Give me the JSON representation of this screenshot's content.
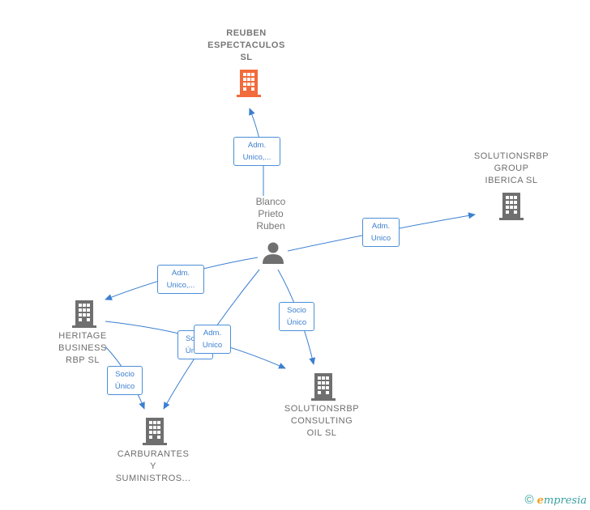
{
  "nodes": {
    "reuben": {
      "lines": [
        "REUBEN",
        "ESPECTACULOS",
        "SL"
      ],
      "color": "#f26b3a"
    },
    "iberica": {
      "lines": [
        "SOLUTIONSRBP",
        "GROUP",
        "IBERICA  SL"
      ],
      "color": "#6f6f6f"
    },
    "person": {
      "lines": [
        "Blanco",
        "Prieto",
        "Ruben"
      ],
      "color": "#6f6f6f"
    },
    "heritage": {
      "lines": [
        "HERITAGE",
        "BUSINESS",
        "RBP  SL"
      ],
      "color": "#6f6f6f"
    },
    "consulting": {
      "lines": [
        "SOLUTIONSRBP",
        "CONSULTING",
        "OIL  SL"
      ],
      "color": "#6f6f6f"
    },
    "carburantes": {
      "lines": [
        "CARBURANTES",
        "Y",
        "SUMINISTROS..."
      ],
      "color": "#6f6f6f"
    }
  },
  "edges": {
    "adm_reuben": {
      "lines": [
        "Adm.",
        "Unico,..."
      ]
    },
    "adm_iberica": {
      "lines": [
        "Adm.",
        "Unico"
      ]
    },
    "adm_heritage": {
      "lines": [
        "Adm.",
        "Unico,..."
      ]
    },
    "socio_consulting": {
      "lines": [
        "Socio",
        "Único"
      ]
    },
    "socio_heritage_consulting": {
      "lines": [
        "Socio",
        "Único"
      ]
    },
    "adm_carburantes": {
      "lines": [
        "Adm.",
        "Unico"
      ]
    },
    "socio_carburantes": {
      "lines": [
        "Socio",
        "Único"
      ]
    }
  },
  "colors": {
    "edge": "#3b7fd0",
    "company": "#6f6f6f",
    "highlight": "#f26b3a"
  },
  "watermark": {
    "copyright": "©",
    "brand_first": "e",
    "brand_rest": "mpresia"
  }
}
